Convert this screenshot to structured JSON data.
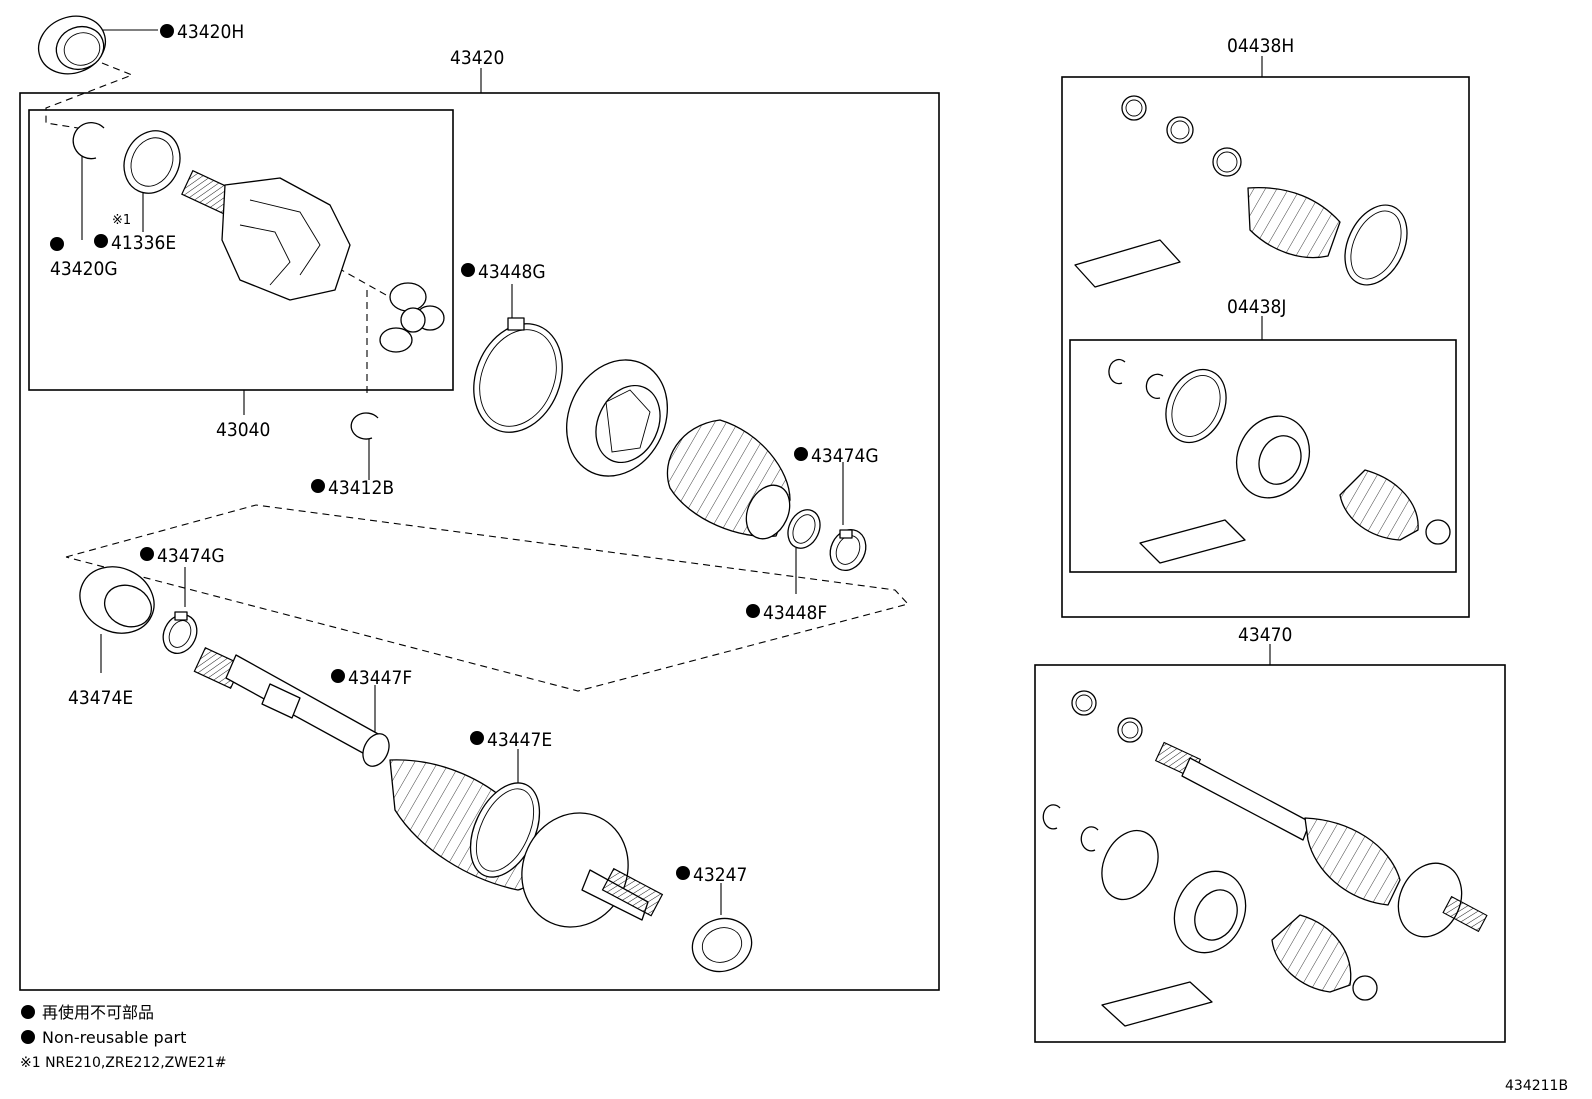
{
  "labels": {
    "l43420H": "43420H",
    "l43420": "43420",
    "l43420G": "43420G",
    "mark1": "※1",
    "l41336E": "41336E",
    "l43040": "43040",
    "l43412B": "43412B",
    "l43448G": "43448G",
    "l43474G_a": "43474G",
    "l43448F": "43448F",
    "l43474G_b": "43474G",
    "l43474E": "43474E",
    "l43447F": "43447F",
    "l43447E": "43447E",
    "l43247": "43247",
    "l04438H": "04438H",
    "l04438J": "04438J",
    "l43470": "43470"
  },
  "legend": {
    "line_jp": "再使用不可部品",
    "line_en": "Non-reusable part",
    "footnote": "※1 NRE210,ZRE212,ZWE21#"
  },
  "diagram_code": "434211B"
}
